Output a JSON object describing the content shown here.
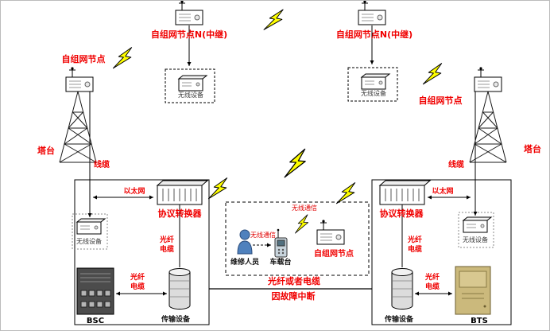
{
  "diagram": {
    "labels": {
      "relay_node": "自组网节点N(中继)",
      "adhoc_node": "自组网节点",
      "tower": "塔台",
      "cable": "线缆",
      "wireless_device": "无线设备",
      "protocol_converter": "协议转换器",
      "ethernet": "以太网",
      "fiber": "光纤",
      "cable_wire": "电缆",
      "transmission_device": "传输设备",
      "bsc": "BSC",
      "bts": "BTS",
      "maintenance_staff": "维修人员",
      "vehicle_station": "车载台",
      "wireless_comm": "无线通信",
      "fault_text_line1": "光纤或者电缆",
      "fault_text_line2": "因故障中断"
    },
    "colors": {
      "label_red": "#f00000",
      "lightning_yellow": "#ffff00",
      "bsc_cabinet": "#4c4c4c",
      "bts_cabinet": "#cbb97c",
      "person_blue": "#4f81bd"
    }
  }
}
